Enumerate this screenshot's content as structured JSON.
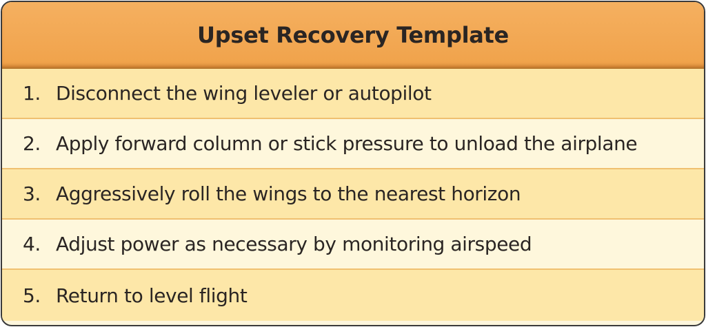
{
  "title": "Upset Recovery Template",
  "steps": [
    {
      "num": "1.",
      "text": "Disconnect the wing leveler or autopilot"
    },
    {
      "num": "2.",
      "text": "Apply forward column or stick pressure to unload the airplane"
    },
    {
      "num": "3.",
      "text": "Aggressively roll the wings to the nearest horizon"
    },
    {
      "num": "4.",
      "text": "Adjust power as necessary by monitoring airspeed"
    },
    {
      "num": "5.",
      "text": "Return to level flight"
    }
  ],
  "colors": {
    "header": "#f0a24a",
    "row_odd": "#fde7a8",
    "row_even": "#fef7dc",
    "border": "#3a3a3a"
  }
}
